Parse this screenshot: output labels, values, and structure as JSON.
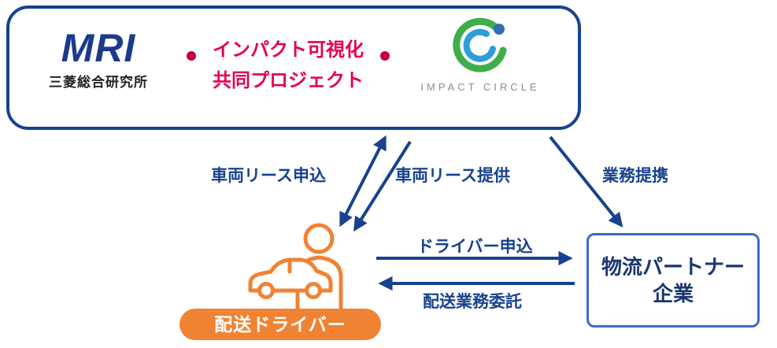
{
  "top_box": {
    "mri": {
      "wordmark": "MRI",
      "subtitle": "三菱総合研究所"
    },
    "project": {
      "line1": "インパクト可視化",
      "line2": "共同プロジェクト"
    },
    "impact_circle": {
      "label": "IMPACT CIRCLE"
    }
  },
  "labels": {
    "lease_apply": "車両リース申込",
    "lease_provide": "車両リース提供",
    "partnership": "業務提携",
    "driver_apply": "ドライバー申込",
    "delivery_outsource": "配送業務委託"
  },
  "driver": {
    "badge": "配送ドライバー"
  },
  "partner_box": {
    "line1": "物流パートナー",
    "line2": "企業"
  },
  "colors": {
    "navy": "#17428f",
    "box_border_navy": "#16428e",
    "red": "#e50050",
    "orange": "#ef8333",
    "partner_border": "#3e6cc0",
    "logo_green": "#3fae49",
    "logo_teal": "#2d9fd8",
    "logo_blue": "#2f6eb5",
    "logo_gray": "#8c8c8c"
  }
}
